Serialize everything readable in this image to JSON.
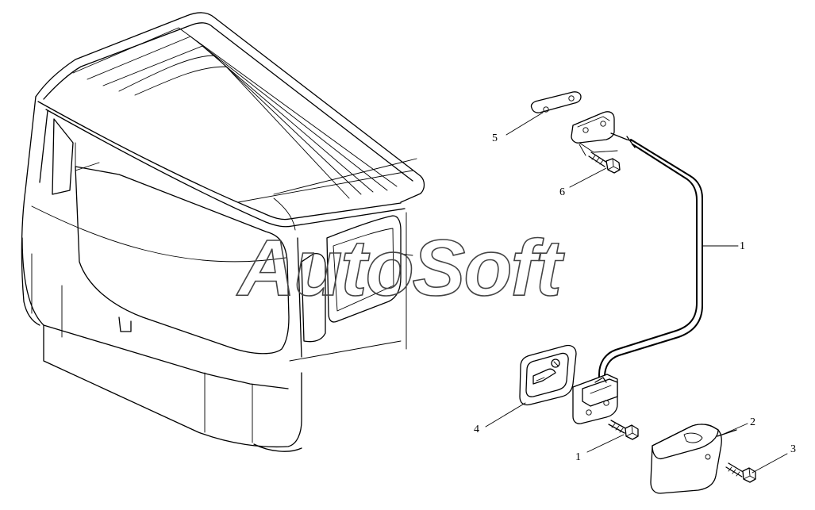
{
  "watermark": {
    "text": "AutoSoft"
  },
  "callouts": [
    {
      "id": "rod",
      "label": "1"
    },
    {
      "id": "bolt-lower",
      "label": "1"
    },
    {
      "id": "cover",
      "label": "2"
    },
    {
      "id": "bolt-cover",
      "label": "3"
    },
    {
      "id": "handle-plate",
      "label": "4"
    },
    {
      "id": "strip",
      "label": "5"
    },
    {
      "id": "bolt-upper",
      "label": "6"
    }
  ]
}
